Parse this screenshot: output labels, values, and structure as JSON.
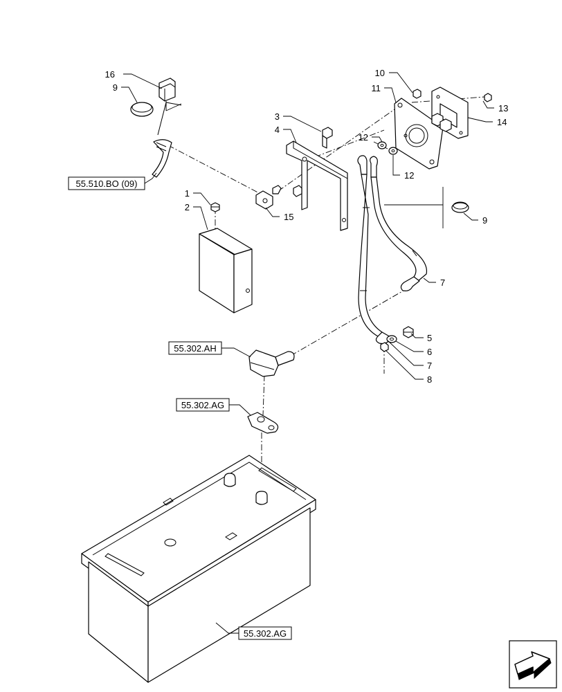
{
  "callouts": {
    "c1": "1",
    "c2": "2",
    "c3": "3",
    "c4": "4",
    "c5": "5",
    "c6": "6",
    "c7a": "7",
    "c7b": "7",
    "c8": "8",
    "c9a": "9",
    "c9b": "9",
    "c10": "10",
    "c11": "11",
    "c12a": "12",
    "c12b": "12",
    "c13": "13",
    "c14": "14",
    "c15": "15",
    "c16": "16"
  },
  "references": {
    "ref_55510bo": "55.510.BO (09)",
    "ref_55302ah": "55.302.AH",
    "ref_55302ag_top": "55.302.AG",
    "ref_55302ag_bottom": "55.302.AG"
  },
  "navigation": {
    "next_page_icon": "next-page-arrow-icon"
  },
  "colors": {
    "line": "#000000",
    "background": "#ffffff",
    "shade": "#dcdcdc"
  }
}
